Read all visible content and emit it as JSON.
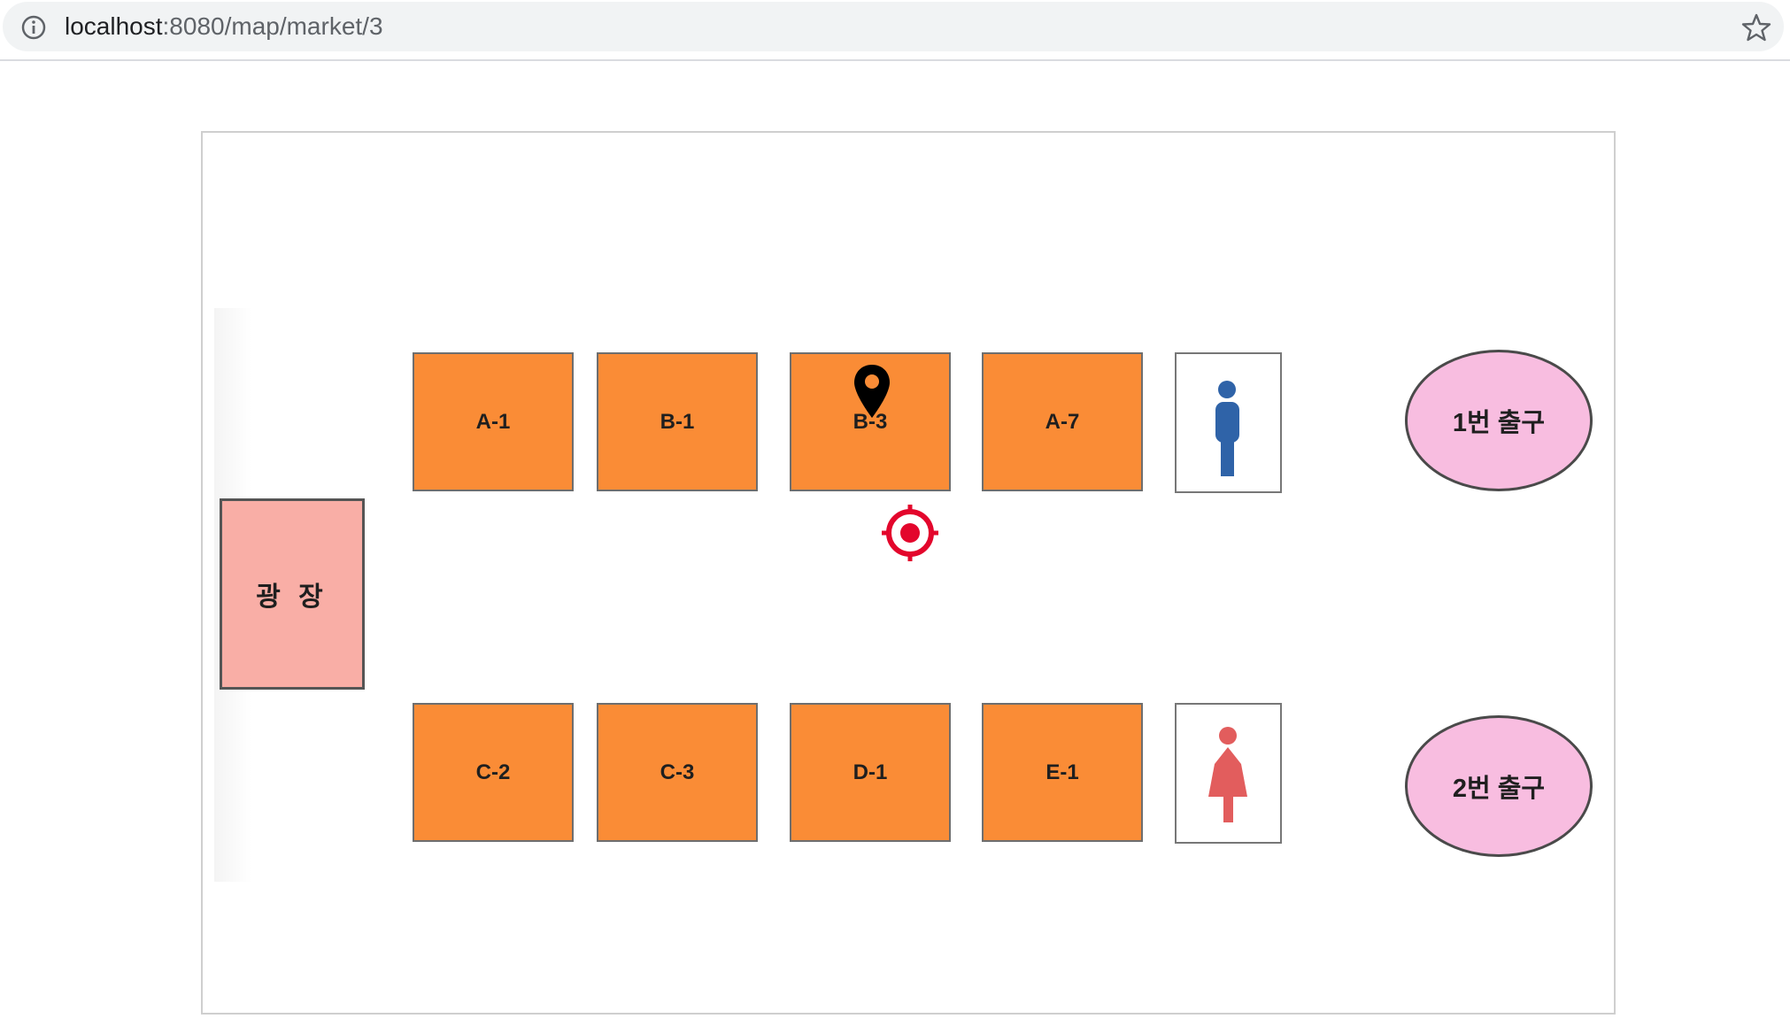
{
  "browser": {
    "url_host": "localhost",
    "url_path": ":8080/map/market/3"
  },
  "colors": {
    "stall_fill": "#fa8c36",
    "plaza_fill": "#f9aea6",
    "exit_fill": "#f8bde0",
    "male_icon": "#2f63a8",
    "female_icon": "#e25d5d",
    "target_icon": "#e3062c",
    "pin_icon": "#000000"
  },
  "map": {
    "plaza_label": "광 장",
    "top_row": [
      "A-1",
      "B-1",
      "B-3",
      "A-7"
    ],
    "bottom_row": [
      "C-2",
      "C-3",
      "D-1",
      "E-1"
    ],
    "restrooms": {
      "top": "male-restroom-icon",
      "bottom": "female-restroom-icon"
    },
    "exits": [
      "1번 출구",
      "2번 출구"
    ],
    "selected_stall": "B-3",
    "current_location": "target-icon"
  }
}
